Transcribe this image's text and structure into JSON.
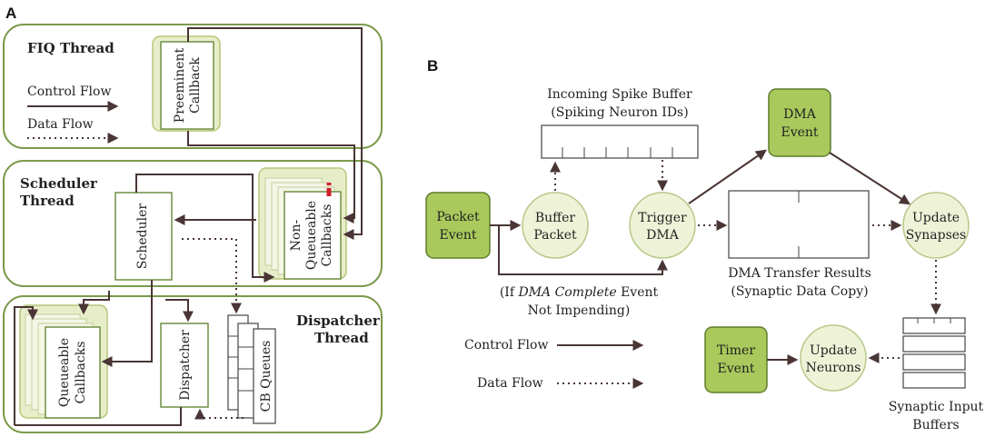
{
  "panel_a": {
    "label": "A",
    "fiq_thread": {
      "title": "FIQ Thread",
      "legend_control": "Control Flow",
      "legend_data": "Data Flow",
      "callback": {
        "line1": "Preeminent",
        "line2": "Callback"
      }
    },
    "scheduler_thread": {
      "title_line1": "Scheduler",
      "title_line2": "Thread",
      "scheduler": "Scheduler",
      "non_queueable": {
        "line1": "Non-",
        "line2": "Queueable",
        "line3": "Callbacks"
      }
    },
    "dispatcher_thread": {
      "title_line1": "Dispatcher",
      "title_line2": "Thread",
      "queueable": {
        "line1": "Queueable",
        "line2": "Callbacks"
      },
      "dispatcher": "Dispatcher",
      "cb_queues": "CB Queues"
    }
  },
  "panel_b": {
    "label": "B",
    "spike_buffer": {
      "title_line1": "Incoming Spike Buffer",
      "title_line2": "(Spiking Neuron IDs)"
    },
    "dma_event": {
      "line1": "DMA",
      "line2": "Event"
    },
    "packet_event": {
      "line1": "Packet",
      "line2": "Event"
    },
    "buffer_packet": {
      "line1": "Buffer",
      "line2": "Packet"
    },
    "trigger_dma": {
      "line1": "Trigger",
      "line2": "DMA"
    },
    "update_synapses": {
      "line1": "Update",
      "line2": "Synapses"
    },
    "dma_results": {
      "title_line1": "DMA Transfer Results",
      "title_line2": "(Synaptic Data Copy)"
    },
    "condition": {
      "prefix": "(If ",
      "italic": "DMA Complete",
      "suffix": " Event",
      "line2": "Not Impending)"
    },
    "legend_control": "Control Flow",
    "legend_data": "Data Flow",
    "timer_event": {
      "line1": "Timer",
      "line2": "Event"
    },
    "update_neurons": {
      "line1": "Update",
      "line2": "Neurons"
    },
    "synaptic_input": {
      "line1": "Synaptic Input",
      "line2": "Buffers"
    }
  },
  "colors": {
    "thread_border": "#7a9a4a",
    "event_fill": "#a9c95c",
    "node_fill": "#eef3d8",
    "arrow": "#4a3535",
    "alert": "#d0202a"
  }
}
